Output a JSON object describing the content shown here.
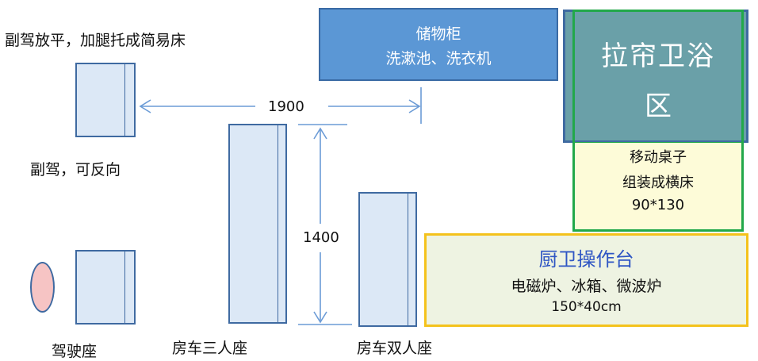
{
  "labels": {
    "copilot_flat": "副驾放平，加腿托成简易床",
    "copilot_reverse": "副驾，可反向",
    "driver_seat": "驾驶座",
    "three_seat": "房车三人座",
    "two_seat": "房车双人座"
  },
  "dimensions": {
    "width": "1900",
    "height": "1400"
  },
  "storage": {
    "line1": "储物柜",
    "line2": "洗漱池、洗衣机"
  },
  "bath": {
    "line1": "拉帘卫浴",
    "line2": "区"
  },
  "table": {
    "line1": "移动桌子",
    "line2": "组装成横床",
    "line3": "90*130"
  },
  "kitchen": {
    "title": "厨卫操作台",
    "line2": "电磁炉、冰箱、微波炉",
    "line3": "150*40cm"
  },
  "colors": {
    "seat_fill": "#dce8f6",
    "seat_border": "#3f6aa1",
    "storage_fill": "#5b97d5",
    "bath_fill": "#6aa0a8",
    "bath_border_green": "#22a84a",
    "table_fill": "#fdfbd8",
    "kitchen_fill": "#eef3e2",
    "kitchen_border": "#f4c21c",
    "dimension_line": "#6b9bd6",
    "steering_wheel": "#f6c4c4"
  }
}
